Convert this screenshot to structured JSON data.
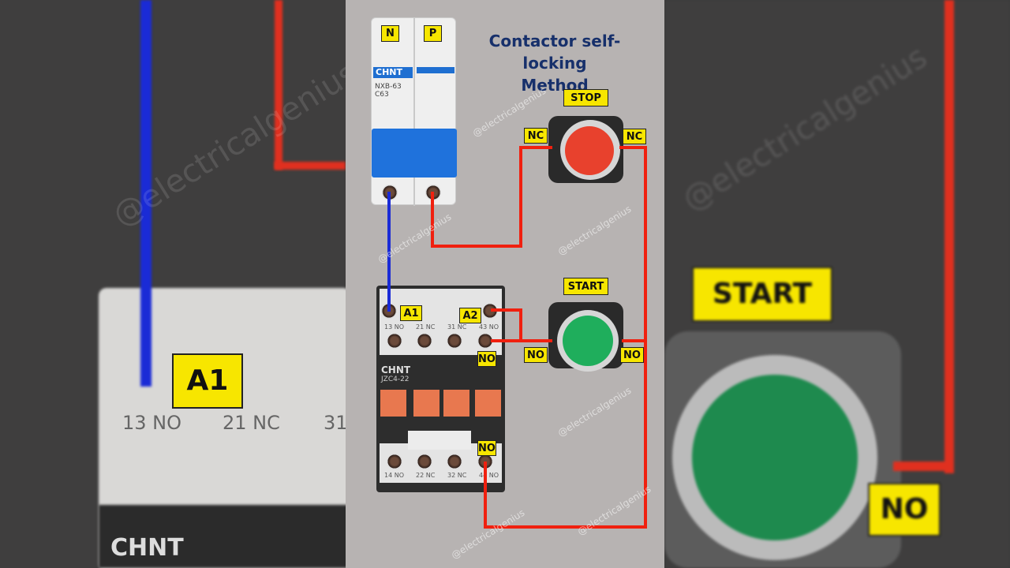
{
  "title": {
    "line1": "Contactor self-locking",
    "line2": "Method"
  },
  "watermark": "@electricalgenius",
  "breaker": {
    "brand": "CHNT",
    "model": "NXB-63",
    "rating": "C63",
    "terminal_left": "N",
    "terminal_right": "P"
  },
  "stop_button": {
    "label": "STOP",
    "left_contact": "NC",
    "right_contact": "NC",
    "color": "#e8412d"
  },
  "start_button": {
    "label": "START",
    "left_contact": "NO",
    "right_contact": "NO",
    "color": "#1fae5c"
  },
  "contactor": {
    "brand": "CHNT",
    "model": "JZC4-22",
    "coil_a1": "A1",
    "coil_a2": "A2",
    "top_terminals": [
      "13 NO",
      "21 NC",
      "31 NC",
      "43 NO"
    ],
    "bottom_terminals": [
      "14 NO",
      "22 NC",
      "32 NC",
      "44 NO"
    ],
    "tag_43": "NO",
    "tag_44": "NO"
  },
  "wires": {
    "neutral_color": "#1a2bd6",
    "phase_color": "#f0200f"
  },
  "background": {
    "left": {
      "a1": "A1",
      "t13": "13 NO",
      "t21": "21 NC",
      "t31": "31",
      "brand": "CHNT"
    },
    "right": {
      "start": "START",
      "no": "NO"
    }
  }
}
